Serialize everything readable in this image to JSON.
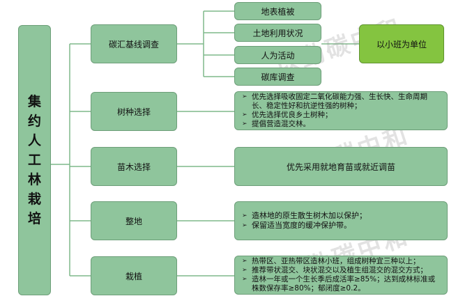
{
  "root": {
    "chars": [
      "集",
      "约",
      "人",
      "工",
      "林",
      "栽",
      "培"
    ]
  },
  "branches": [
    {
      "label": "碳汇基线调查"
    },
    {
      "label": "树种选择"
    },
    {
      "label": "苗木选择"
    },
    {
      "label": "整地"
    },
    {
      "label": "栽植"
    }
  ],
  "survey_items": [
    "地表植被",
    "土地利用状况",
    "人为活动",
    "碳库调查"
  ],
  "survey_unit": "以小班为单位",
  "species_notes": [
    "优先选择吸收固定二氧化碳能力强、生长快、生命周期长、稳定性好和抗逆性强的树种；",
    "优先选择优良乡土树种；",
    "提倡营造混交林。"
  ],
  "seedling_note": "优先采用就地育苗或就近调苗",
  "site_notes": [
    "造林地的原生散生树木加以保护；",
    "保留适当宽度的缓冲保护带。"
  ],
  "planting_notes": [
    "热带区、亚热带区造林小班，组成树种宜三种以上；",
    "推荐带状混交、块状混交以及植生组混交的混交方式；",
    "造林一年或一个生长季后成活率≥85%；达到成林标准或株数保存率≥80%；郁闭度≥0.2。"
  ],
  "watermark": "以勤碳中和",
  "colors": {
    "box": "#8fc59c",
    "unit_box": "#84c440",
    "line": "#7fb88a"
  }
}
